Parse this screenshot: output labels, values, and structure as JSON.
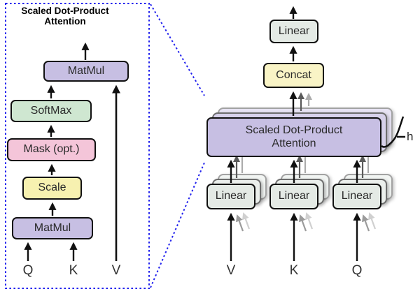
{
  "colors": {
    "purple": "#c7bfe3",
    "purple_back1": "#d7d1ea",
    "purple_back2": "#e7e3f3",
    "green": "#cfe7d1",
    "pink": "#f4c5d9",
    "yellow": "#f7f1b0",
    "cream": "#f9f4c6",
    "linear": "#e4eae5",
    "linear_back1": "#ebefec",
    "linear_back2": "#f2f5f3",
    "dash_blue": "#2323ee"
  },
  "left": {
    "title_line1": "Scaled Dot-Product",
    "title_line2": "Attention",
    "matmul_top": "MatMul",
    "softmax": "SoftMax",
    "mask": "Mask (opt.)",
    "scale": "Scale",
    "matmul_bottom": "MatMul",
    "input_q": "Q",
    "input_k": "K",
    "input_v": "V"
  },
  "right": {
    "linear_top": "Linear",
    "concat": "Concat",
    "attention_line1": "Scaled Dot-Product",
    "attention_line2": "Attention",
    "linear_v": "Linear",
    "linear_k": "Linear",
    "linear_q": "Linear",
    "input_v": "V",
    "input_k": "K",
    "input_q": "Q",
    "heads": "h"
  }
}
